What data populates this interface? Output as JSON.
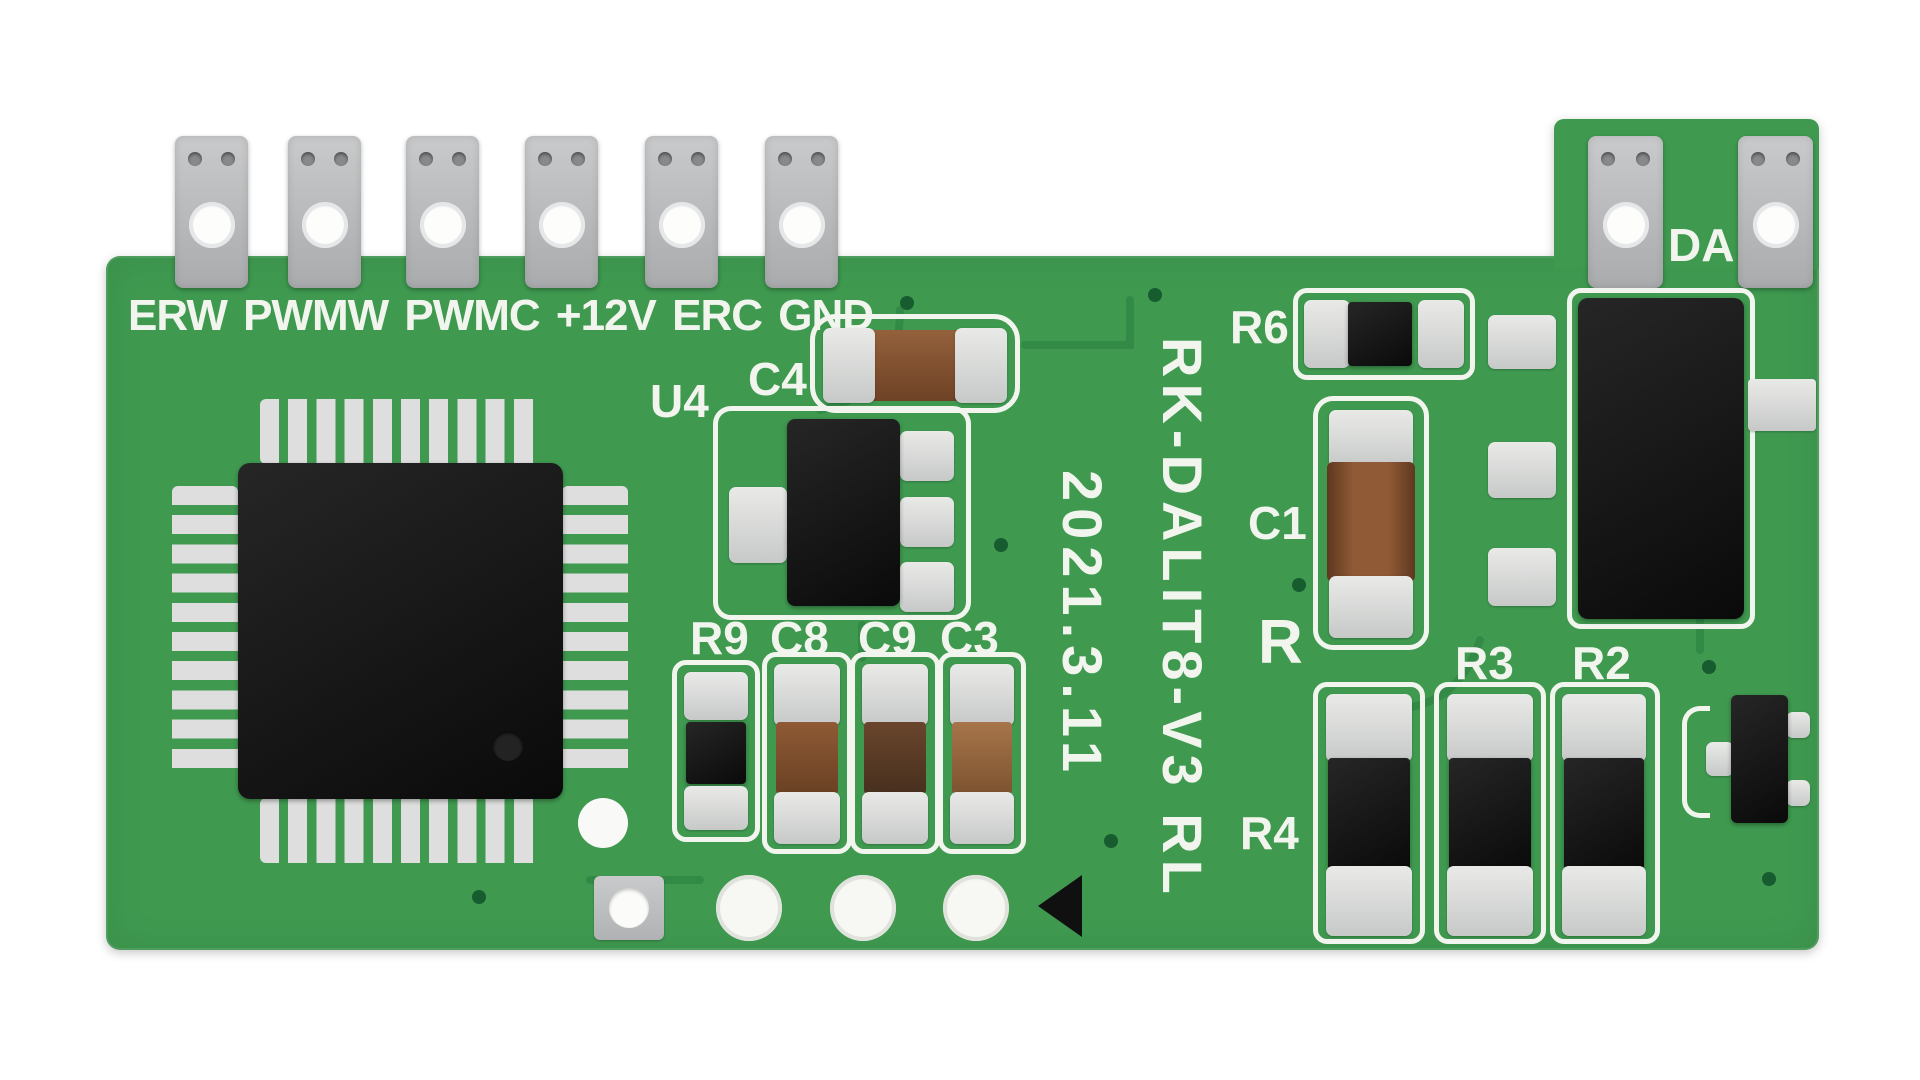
{
  "silkscreen": {
    "terminal_labels": [
      "ERW",
      "PWMW",
      "PWMC",
      "+12V",
      "ERC",
      "GND"
    ],
    "da_label": "DA",
    "u4": "U4",
    "c4": "C4",
    "r9": "R9",
    "c8": "C8",
    "c9": "C9",
    "c3": "C3",
    "r6": "R6",
    "c1": "C1",
    "r": "R",
    "r3": "R3",
    "r2": "R2",
    "r4": "R4",
    "date": "2021.3.11",
    "model": "RK-DALIT8-V3 RL"
  },
  "colors": {
    "board_green": "#3f9a50",
    "silkscreen_white": "#f2f5ee",
    "terminal_gray": "#b9bbbd",
    "pad_silver": "#dcdedd",
    "component_black": "#121212",
    "capacitor_brown": "#82502f",
    "capacitor_dark_brown": "#5a3a26",
    "capacitor_tan": "#9c6a40",
    "via_green": "#175c2f"
  }
}
